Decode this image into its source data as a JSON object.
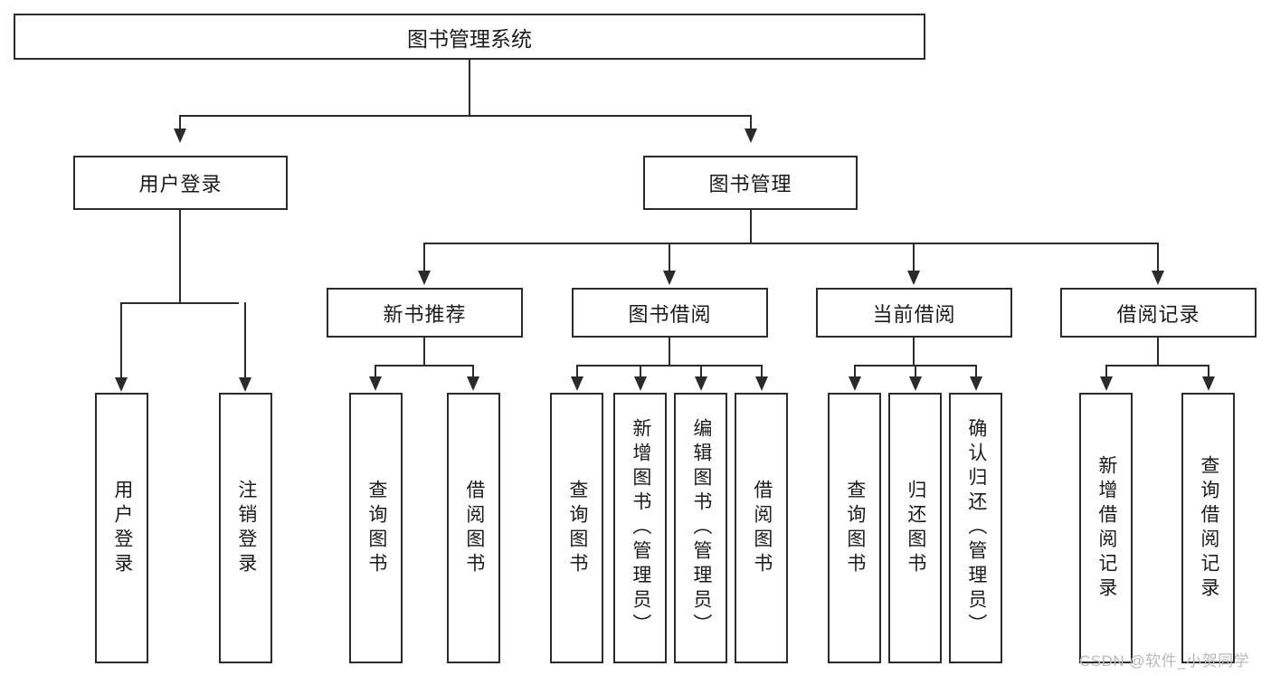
{
  "diagram": {
    "title": "图书管理系统",
    "root": {
      "label": "图书管理系统"
    },
    "level2": [
      {
        "label": "用户登录"
      },
      {
        "label": "图书管理"
      }
    ],
    "level3": [
      {
        "label": "新书推荐"
      },
      {
        "label": "图书借阅"
      },
      {
        "label": "当前借阅"
      },
      {
        "label": "借阅记录"
      }
    ],
    "leaves": {
      "user_login": [
        {
          "label": "用户登录"
        },
        {
          "label": "注销登录"
        }
      ],
      "new_book_recommend": [
        {
          "label": "查询图书"
        },
        {
          "label": "借阅图书"
        }
      ],
      "book_borrow": [
        {
          "label": "查询图书"
        },
        {
          "label": "新增图书（管理员）"
        },
        {
          "label": "编辑图书（管理员）"
        },
        {
          "label": "借阅图书"
        }
      ],
      "current_borrow": [
        {
          "label": "查询图书"
        },
        {
          "label": "归还图书"
        },
        {
          "label": "确认归还（管理员）"
        }
      ],
      "borrow_record": [
        {
          "label": "新增借阅记录"
        },
        {
          "label": "查询借阅记录"
        }
      ]
    }
  },
  "watermark": {
    "text": "CSDN @软件_小贺同学"
  },
  "colors": {
    "border": "#2b2b2b",
    "text": "#1b1b1b",
    "background": "#ffffff",
    "watermark": "#b9b9b9"
  }
}
